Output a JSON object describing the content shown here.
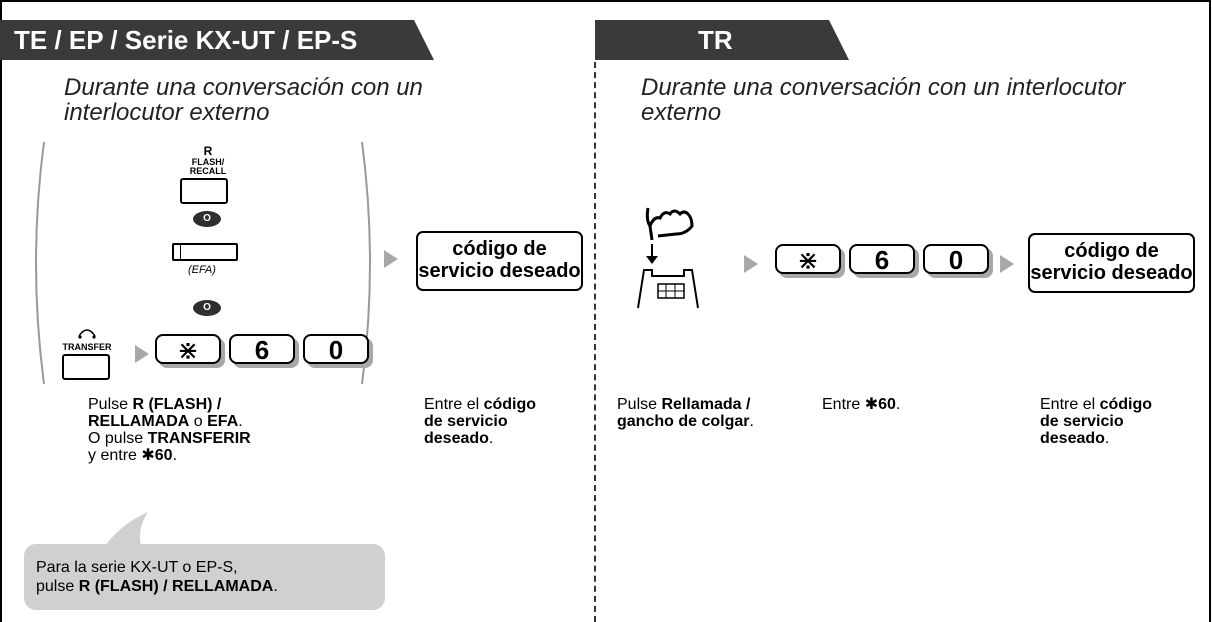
{
  "header": {
    "left_title": "TE / EP / Serie KX-UT / EP-S",
    "right_title": "TR"
  },
  "left": {
    "context_line1": "Durante una conversación con un",
    "context_line2": "interlocutor externo",
    "flash_label_r": "R",
    "flash_label_line2": "FLASH/",
    "flash_label_line3": "RECALL",
    "or_1": "O",
    "efa_label": "(EFA)",
    "or_2": "O",
    "transfer_label": "TRANSFER",
    "keys": [
      "⋇",
      "6",
      "0"
    ],
    "service_code_line1": "código de",
    "service_code_line2": "servicio deseado",
    "step1": {
      "line1_prefix": "Pulse ",
      "line1_bold": "R (FLASH) /",
      "line2_bold1": "RELLAMADA",
      "line2_mid": " o ",
      "line2_bold2": "EFA",
      "line2_end": ".",
      "line3_prefix": "O pulse ",
      "line3_bold": "TRANSFERIR",
      "line4_prefix": "y entre ",
      "line4_bold": "✱60",
      "line4_end": "."
    },
    "step2": {
      "line1_prefix": "Entre el ",
      "line1_bold": "código",
      "line2_bold": "de servicio",
      "line3_bold": "deseado",
      "line3_end": "."
    },
    "callout": {
      "line1": "Para la serie KX-UT o EP-S,",
      "line2_prefix": "pulse ",
      "line2_bold": "R (FLASH) / RELLAMADA",
      "line2_end": "."
    }
  },
  "right": {
    "context_line1": "Durante una conversación con un interlocutor",
    "context_line2": "externo",
    "keys": [
      "⋇",
      "6",
      "0"
    ],
    "service_code_line1": "código de",
    "service_code_line2": "servicio deseado",
    "step1": {
      "line1_prefix": "Pulse ",
      "line1_bold": "Rellamada /",
      "line2_bold": "gancho de colgar",
      "line2_end": "."
    },
    "step2": {
      "prefix": "Entre ",
      "bold": "✱60",
      "end": "."
    },
    "step3": {
      "line1_prefix": "Entre el ",
      "line1_bold": "código",
      "line2_bold": "de servicio",
      "line3_bold": "deseado",
      "line3_end": "."
    }
  },
  "colors": {
    "header_bg": "#3a3a3a",
    "arrow": "#a8a8a8",
    "key_shadow": "#a8a8a8",
    "callout_bg": "#d0d0d0"
  }
}
